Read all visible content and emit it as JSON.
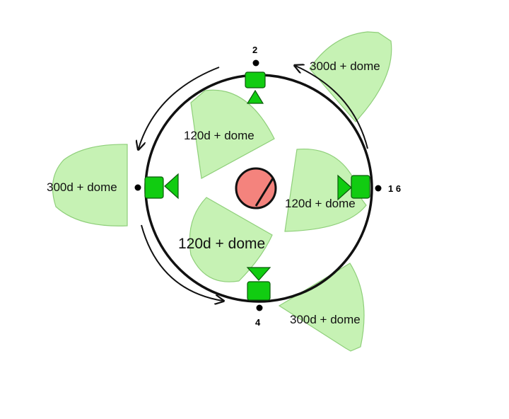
{
  "colors": {
    "zone_fill": "#c6f2b4",
    "zone_stroke": "#8fcf7a",
    "camera_fill": "#11cc11",
    "camera_stroke": "#0a5a0a",
    "center_fill": "#f4837d",
    "track": "#111111"
  },
  "labels": {
    "zone_top_right": "300d + dome",
    "zone_left": "300d + dome",
    "zone_bottom_right": "300d + dome",
    "zone_inner_top": "120d + dome",
    "zone_inner_right": "120d + dome",
    "zone_inner_bottom": "120d + dome"
  },
  "markers": {
    "top": "2",
    "right": "1 6",
    "bottom": "4"
  },
  "icons": {
    "camera": "camera-icon",
    "center": "no-entry-icon",
    "direction": "arrow-icon"
  }
}
